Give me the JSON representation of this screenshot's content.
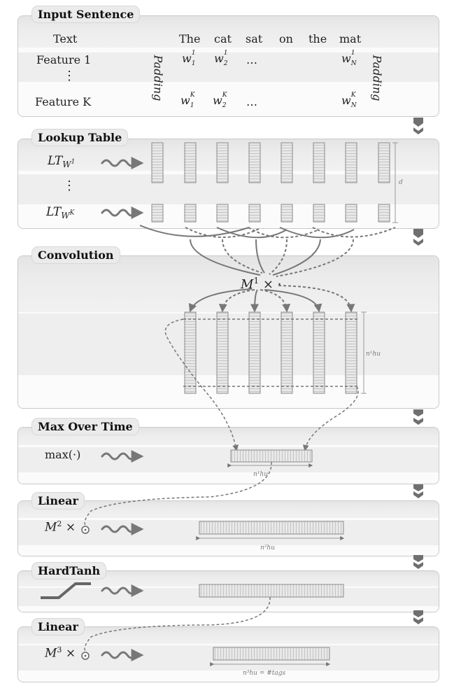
{
  "input_sentence": {
    "title": "Input Sentence",
    "text_label": "Text",
    "words": [
      "The",
      "cat",
      "sat",
      "on",
      "the",
      "mat"
    ],
    "feature1_label": "Feature 1",
    "featureK_label": "Feature K",
    "vdots": "⋮",
    "padding": "Padding",
    "w1": [
      "w",
      "1",
      "1"
    ],
    "w2": [
      "w",
      "1",
      "2"
    ],
    "wN": [
      "w",
      "1",
      "N"
    ],
    "wK1": [
      "w",
      "K",
      "1"
    ],
    "wK2": [
      "w",
      "K",
      "2"
    ],
    "wKN": [
      "w",
      "K",
      "N"
    ],
    "ellipsis": "…"
  },
  "lookup_table": {
    "title": "Lookup Table",
    "lt1": [
      "LT",
      "W",
      "1"
    ],
    "ltK": [
      "LT",
      "W",
      "K"
    ],
    "vdots": "⋮",
    "dim_label": "d"
  },
  "convolution": {
    "title": "Convolution",
    "op": [
      "M",
      "1",
      "×",
      "·"
    ],
    "dim_label": "n¹hu"
  },
  "max_over_time": {
    "title": "Max Over Time",
    "op_label": "max(·)",
    "dim_label": "n¹hu"
  },
  "linear1": {
    "title": "Linear",
    "op": [
      "M",
      "2",
      "×"
    ],
    "dim_label": "n²hu"
  },
  "hardtanh": {
    "title": "HardTanh"
  },
  "linear2": {
    "title": "Linear",
    "op": [
      "M",
      "3",
      "×"
    ],
    "dim_label": "n³hu = #tags"
  },
  "colors": {
    "arrow": "#777777",
    "panel_border": "#c9c9c9",
    "box_fill": "#e6e6e6",
    "box_stroke": "#8a8a8a"
  }
}
